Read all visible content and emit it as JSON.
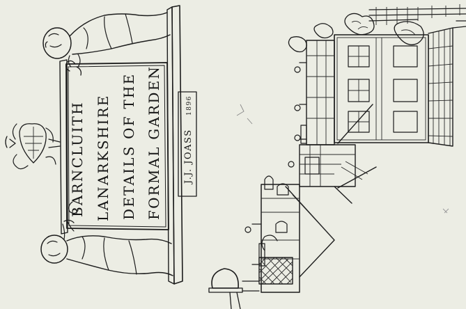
{
  "title_block": {
    "line1": "BARNCLUITH",
    "line2": "LANARKSHIRE",
    "line3": "DETAILS OF THE",
    "line4": "FORMAL GARDEN",
    "signature": "J.J. JOASS",
    "signature_date": "1896"
  },
  "colors": {
    "paper": "#ecede4",
    "ink": "#1c1c1c"
  }
}
